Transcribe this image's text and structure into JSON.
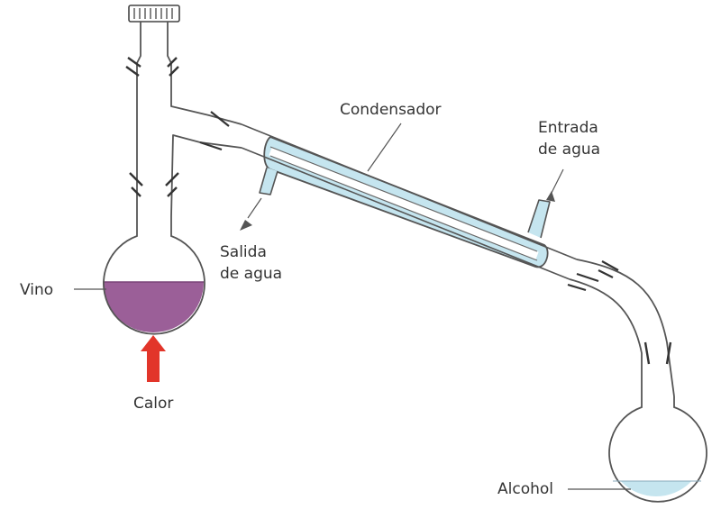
{
  "labels": {
    "condenser": "Condensador",
    "water_inlet": [
      "Entrada",
      "de agua"
    ],
    "water_outlet": [
      "Salida",
      "de agua"
    ],
    "wine": "Vino",
    "heat": "Calor",
    "alcohol": "Alcohol"
  },
  "colors": {
    "glass_outline": "#555555",
    "wine": "#9b5f98",
    "cooling_water": "#c5e5ef",
    "heat_arrow": "#e2352a",
    "label_text": "#333333"
  }
}
